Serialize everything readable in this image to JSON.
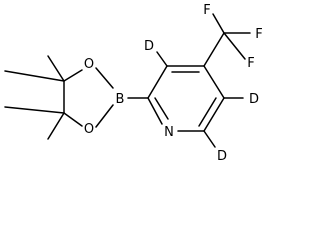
{
  "molecule": {
    "atoms": {
      "ring_N": "N",
      "boron": "B",
      "ester_O_upper": "O",
      "ester_O_lower": "O",
      "deuterium_3": "D",
      "deuterium_5": "D",
      "deuterium_6": "D",
      "fluorine_top": "F",
      "fluorine_right": "F",
      "fluorine_left": "F"
    },
    "line_color": "#000000",
    "background_color": "#ffffff"
  }
}
